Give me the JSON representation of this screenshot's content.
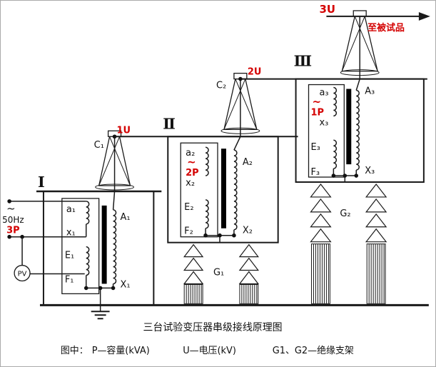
{
  "colors": {
    "accent_red": "#d40000",
    "ink": "#1a1a1a"
  },
  "source": {
    "tilde": "~",
    "frequency": "50Hz",
    "phases": "3P",
    "meter": "PV"
  },
  "unit1": {
    "numeral": "Ⅰ",
    "bushing": "C₁",
    "output": "1U",
    "winding_a": "a₁",
    "winding_x": "x₁",
    "winding_e": "E₁",
    "winding_f": "F₁",
    "hv_a": "A₁",
    "hv_x": "X₁"
  },
  "unit2": {
    "numeral": "Ⅱ",
    "bushing": "C₂",
    "output": "2U",
    "tilde": "~",
    "power": "2P",
    "winding_a": "a₂",
    "winding_x": "x₂",
    "winding_e": "E₂",
    "winding_f": "F₂",
    "hv_a": "A₂",
    "hv_x": "X₂"
  },
  "unit3": {
    "numeral": "Ⅲ",
    "output": "3U",
    "load": "至被试品",
    "tilde": "~",
    "power": "1P",
    "winding_a": "a₃",
    "winding_x": "x₃",
    "winding_e": "E₃",
    "winding_f": "F₃",
    "hv_a": "A₃",
    "hv_x": "X₃"
  },
  "supports": {
    "g1": "G₁",
    "g2": "G₂"
  },
  "caption": {
    "title": "三台试验变压器串级接线原理图",
    "legend_prefix": "图中：",
    "legend_items": [
      "P—容量(kVA)",
      "U—电压(kV)",
      "G1、G2—绝缘支架"
    ]
  }
}
